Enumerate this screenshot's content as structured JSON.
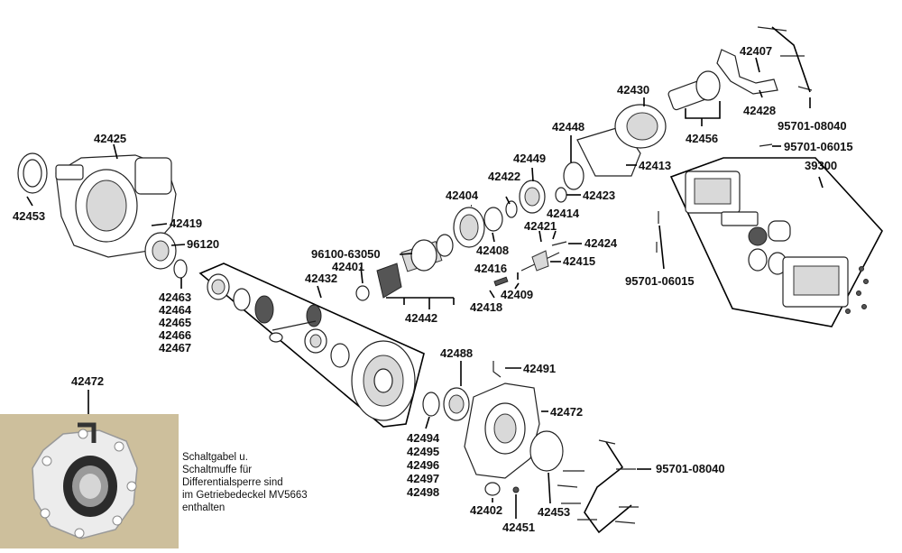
{
  "labels": {
    "p42425": "42425",
    "p42453_l": "42453",
    "p42419": "42419",
    "p96120": "96120",
    "p42463": "42463",
    "p42464": "42464",
    "p42465": "42465",
    "p42466": "42466",
    "p42467": "42467",
    "p42432": "42432",
    "p96100": "96100-63050",
    "p42401": "42401",
    "p42442": "42442",
    "p42404": "42404",
    "p42408": "42408",
    "p42422": "42422",
    "p42449": "42449",
    "p42448": "42448",
    "p42423": "42423",
    "p42414": "42414",
    "p42421": "42421",
    "p42424": "42424",
    "p42415": "42415",
    "p42416": "42416",
    "p42418": "42418",
    "p42409": "42409",
    "p42430": "42430",
    "p42413": "42413",
    "p42456": "42456",
    "p42407": "42407",
    "p42428": "42428",
    "p95701_08040_top": "95701-08040",
    "p95701_06015_top": "95701-06015",
    "p39300": "39300",
    "p95701_06015_mid": "95701-06015",
    "p42488": "42488",
    "p42491": "42491",
    "p42472_r": "42472",
    "p42494": "42494",
    "p42495": "42495",
    "p42496": "42496",
    "p42497": "42497",
    "p42498": "42498",
    "p42402": "42402",
    "p42451": "42451",
    "p42453_b": "42453",
    "p95701_08040_bot": "95701-08040",
    "p42472_photo": "42472"
  },
  "note": {
    "line1": "Schaltgabel u.",
    "line2": "Schaltmuffe für",
    "line3": "Differentialsperre sind",
    "line4": "im Getriebedeckel MV5663",
    "line5": "enthalten"
  },
  "colors": {
    "photo_bg": "#cdbf9c",
    "line": "#000000"
  }
}
